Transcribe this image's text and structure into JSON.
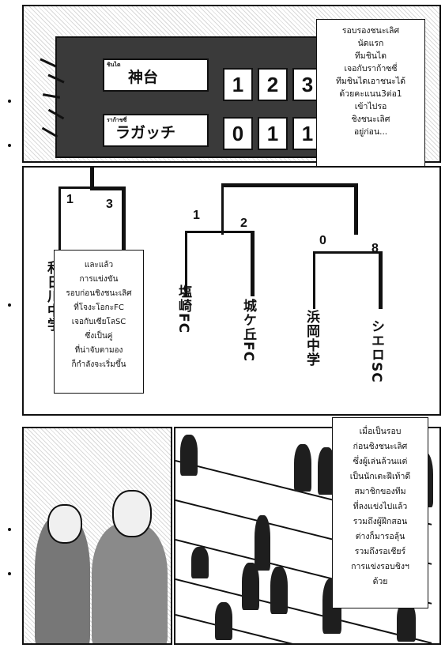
{
  "scoreboard": {
    "team1_small": "ชินได",
    "team1": "神台",
    "team2_small": "ราก้าชซี่",
    "team2": "ラガッチ",
    "scores1": [
      "1",
      "2",
      "3"
    ],
    "scores2": [
      "0",
      "1",
      "1"
    ]
  },
  "caption_top": "รอบรองชนะเลิศ\nนัดแรก\nทีมชินได\nเจอกับราก้าซซี่\nทีมชินไดเอาชนะได้\nด้วยคะแนน3ต่อ1\nเข้าไปรอ\nชิงชนะเลิศ\nอยู่ก่อน...",
  "bracket": {
    "left_team_partial": "和日川中学",
    "teams": [
      "塩崎FC",
      "城ケ丘FC",
      "浜岡中学",
      "シエロSC"
    ],
    "scores_top": [
      "1",
      "3"
    ],
    "scores": [
      "1",
      "2",
      "0",
      "8"
    ]
  },
  "caption_middle": "และแล้ว\nการแข่งขัน\nรอบก่อนชิงชนะเลิศ\nที่โจงะโอกะFC\nเจอกับเซียโลSC\nซึ่งเป็นคู่\nที่น่าจับตามอง\nก็กำลังจะเริ่มขึ้น",
  "caption_bottom": "เมื่อเป็นรอบ\nก่อนชิงชนะเลิศ\nซึ่งผู้เล่นล้วนแต่\nเป็นนักเตะฝีเท้าดี\nสมาชิกของทีม\nที่ลงแข่งไปแล้ว\nรวมถึงผู้ฝึกสอน\nต่างก็มารอลุ้น\nรวมถึงรอเชียร์\nการแข่งรอบชิงฯ\nด้วย"
}
